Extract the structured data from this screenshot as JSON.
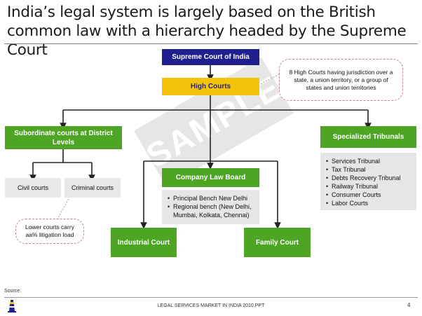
{
  "slide": {
    "title": "India’s legal system is largely based on the British common law with a hierarchy headed by the Supreme Court",
    "watermark": "SAMPLE",
    "source_label": "Source:",
    "footer": "LEGAL SERVICES MARKET IN INDIA 2010.PPT",
    "page_number": "4",
    "logo_icon": "lighthouse-icon"
  },
  "nodes": {
    "supreme_court": "Supreme Court of India",
    "high_courts": "High Courts",
    "high_courts_note": "8 High Courts having jurisdiction over a  state, a union territory, or a group of states and union territories",
    "subordinate": "Subordinate courts at District Levels",
    "civil": "Civil courts",
    "criminal": "Criminal courts",
    "lower_note": "Lower courts carry aa% litigation load",
    "company_law_board": "Company Law Board",
    "clb_items": [
      "Principal Bench New Delhi",
      "Regional bench (New Delhi, Mumbai, Kolkata, Chennai)"
    ],
    "industrial": "Industrial Court",
    "family": "Family Court",
    "specialized": "Specialized Tribunals",
    "tribunal_items": [
      "Services Tribunal",
      "Tax Tribunal",
      "Debts Recovery Tribunal",
      "Railway Tribunal",
      "Consumer Courts",
      "Labor Courts"
    ]
  },
  "colors": {
    "navy": "#1f1f8f",
    "yellow": "#f5c40a",
    "green": "#4ea524",
    "grey": "#e8e8e8"
  }
}
